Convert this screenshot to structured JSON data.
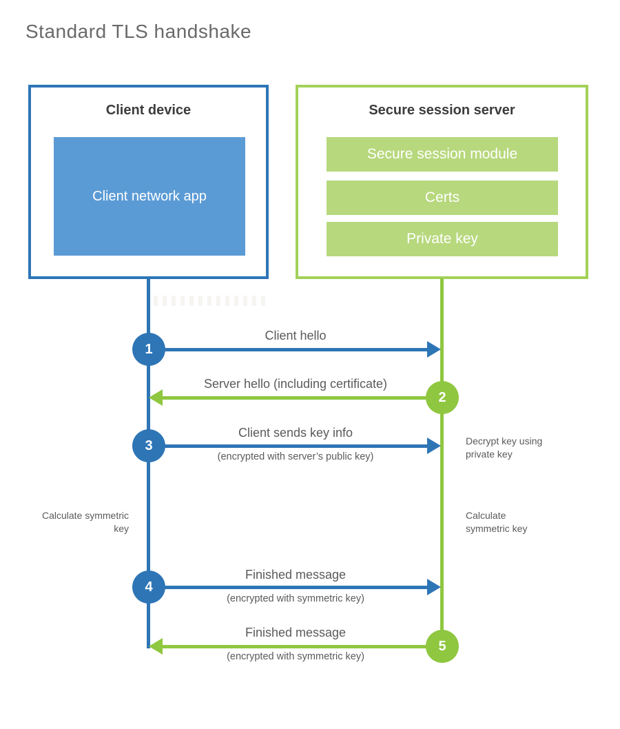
{
  "title": "Standard TLS handshake",
  "colors": {
    "blue": "#2e75b6",
    "blue_light": "#5b9bd5",
    "green": "#8fc740",
    "green_border": "#a3d159",
    "green_light": "#b7d87d",
    "text_dark": "#3c3c3c",
    "text_gray": "#5a5a5a",
    "title_gray": "#696969"
  },
  "client": {
    "title": "Client device",
    "app_label": "Client network app"
  },
  "server": {
    "title": "Secure session server",
    "modules": [
      "Secure session module",
      "Certs",
      "Private key"
    ]
  },
  "steps": [
    {
      "number": "1",
      "from": "client",
      "to": "server",
      "label": "Client hello",
      "sublabel": ""
    },
    {
      "number": "2",
      "from": "server",
      "to": "client",
      "label": "Server hello (including certificate)",
      "sublabel": ""
    },
    {
      "number": "3",
      "from": "client",
      "to": "server",
      "label": "Client sends key info",
      "sublabel": "(encrypted with server’s public key)"
    },
    {
      "number": "4",
      "from": "client",
      "to": "server",
      "label": "Finished message",
      "sublabel": "(encrypted with symmetric key)"
    },
    {
      "number": "5",
      "from": "server",
      "to": "client",
      "label": "Finished message",
      "sublabel": "(encrypted with symmetric key)"
    }
  ],
  "notes": {
    "decrypt": "Decrypt key using private key",
    "calc_left": "Calculate symmetric key",
    "calc_right": "Calculate symmetric key"
  }
}
